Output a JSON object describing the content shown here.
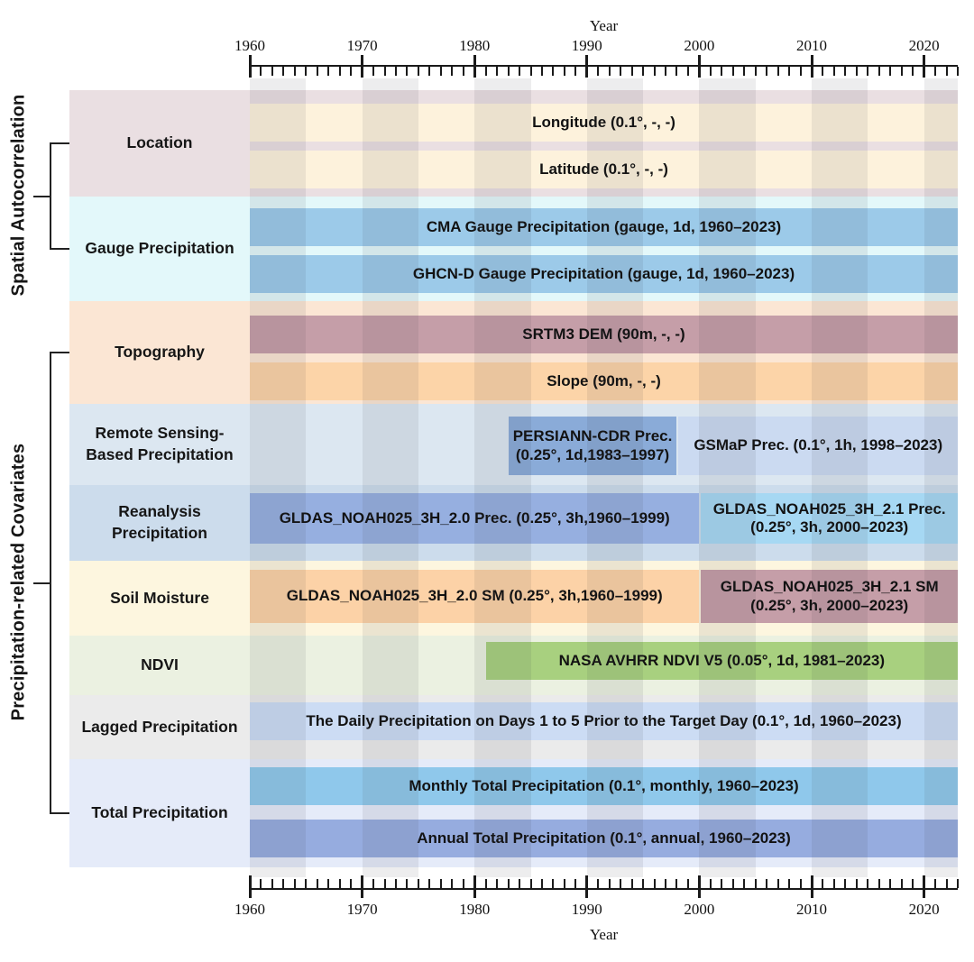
{
  "chart_data": {
    "type": "bar",
    "subtype": "horizontal-gantt-timeline",
    "axis": {
      "label": "Year",
      "year_min": 1960,
      "year_max": 2023,
      "decade_ticks": [
        1960,
        1970,
        1980,
        1990,
        2000,
        2010,
        2020
      ],
      "minor_tick_step": 1,
      "shaded_bands": [
        [
          1960,
          1965
        ],
        [
          1970,
          1975
        ],
        [
          1980,
          1985
        ],
        [
          1990,
          1995
        ],
        [
          2000,
          2005
        ],
        [
          2010,
          2015
        ],
        [
          2020,
          2023
        ]
      ],
      "band_color": "rgba(60,60,70,0.09)"
    },
    "groups": [
      {
        "label": "Spatial Autocorrelation",
        "category_indexes": [
          0,
          1
        ]
      },
      {
        "label": "Precipitation-related Covariates",
        "category_indexes": [
          2,
          8
        ]
      }
    ],
    "categories": [
      {
        "label": "Location",
        "bg": "#eadfe2",
        "rows": [
          [
            {
              "label": "Longitude (0.1°, -, -)",
              "start": 1960,
              "end": 2023,
              "color": "#fdf2dc"
            }
          ],
          [
            {
              "label": "Latitude (0.1°, -, -)",
              "start": 1960,
              "end": 2023,
              "color": "#fdf2dc"
            }
          ]
        ]
      },
      {
        "label": "Gauge Precipitation",
        "bg": "#e3f8fa",
        "rows": [
          [
            {
              "label": "CMA Gauge Precipitation (gauge, 1d, 1960–2023)",
              "start": 1960,
              "end": 2023,
              "color": "#9ccae9"
            }
          ],
          [
            {
              "label": "GHCN-D Gauge Precipitation (gauge, 1d, 1960–2023)",
              "start": 1960,
              "end": 2023,
              "color": "#9ccae9"
            }
          ]
        ]
      },
      {
        "label": "Topography",
        "bg": "#fbe6d4",
        "rows": [
          [
            {
              "label": "SRTM3 DEM (90m, -, -)",
              "start": 1960,
              "end": 2023,
              "color": "#c59ea8"
            }
          ],
          [
            {
              "label": "Slope (90m, -, -)",
              "start": 1960,
              "end": 2023,
              "color": "#fcd4a8"
            }
          ]
        ]
      },
      {
        "label": "Remote Sensing-\nBased Precipitation",
        "bg": "#dce7f1",
        "rows": [
          [
            {
              "label": "PERSIANN-CDR Prec. (0.25°, 1d,1983–1997)",
              "start": 1983,
              "end": 1998,
              "color": "#8aabd8"
            },
            {
              "label": "GSMaP Prec. (0.1°, 1h, 1998–2023)",
              "start": 1998,
              "end": 2023,
              "color": "#cbdaf1"
            }
          ]
        ]
      },
      {
        "label": "Reanalysis\nPrecipitation",
        "bg": "#ccdcec",
        "rows": [
          [
            {
              "label": "GLDAS_NOAH025_3H_2.0 Prec. (0.25°, 3h,1960–1999)",
              "start": 1960,
              "end": 2000,
              "color": "#96afe0"
            },
            {
              "label": "GLDAS_NOAH025_3H_2.1 Prec. (0.25°, 3h, 2000–2023)",
              "start": 2000,
              "end": 2023,
              "color": "#a6d8f3"
            }
          ]
        ]
      },
      {
        "label": "Soil Moisture",
        "bg": "#fdf6df",
        "rows": [
          [
            {
              "label": "GLDAS_NOAH025_3H_2.0 SM (0.25°, 3h,1960–1999)",
              "start": 1960,
              "end": 2000,
              "color": "#fcd2a7"
            },
            {
              "label": "GLDAS_NOAH025_3H_2.1 SM (0.25°, 3h, 2000–2023)",
              "start": 2000,
              "end": 2023,
              "color": "#c59ea8"
            }
          ]
        ]
      },
      {
        "label": "NDVI",
        "bg": "#ebf1e1",
        "rows": [
          [
            {
              "label": "NASA AVHRR NDVI V5 (0.05°, 1d, 1981–2023)",
              "start": 1981,
              "end": 2023,
              "color": "#a8d07f"
            }
          ]
        ]
      },
      {
        "label": "Lagged Precipitation",
        "bg": "#ebebeb",
        "rows": [
          [
            {
              "label": "The Daily Precipitation on Days 1 to 5 Prior to the Target Day (0.1°, 1d, 1960–2023)",
              "start": 1960,
              "end": 2023,
              "color": "#ccdcf4"
            }
          ]
        ]
      },
      {
        "label": "Total Precipitation",
        "bg": "#e5ebf9",
        "rows": [
          [
            {
              "label": "Monthly Total Precipitation (0.1°, monthly, 1960–2023)",
              "start": 1960,
              "end": 2023,
              "color": "#8fc8eb"
            }
          ],
          [
            {
              "label": "Annual Total Precipitation (0.1°, annual, 1960–2023)",
              "start": 1960,
              "end": 2023,
              "color": "#96acdf"
            }
          ]
        ]
      }
    ]
  }
}
